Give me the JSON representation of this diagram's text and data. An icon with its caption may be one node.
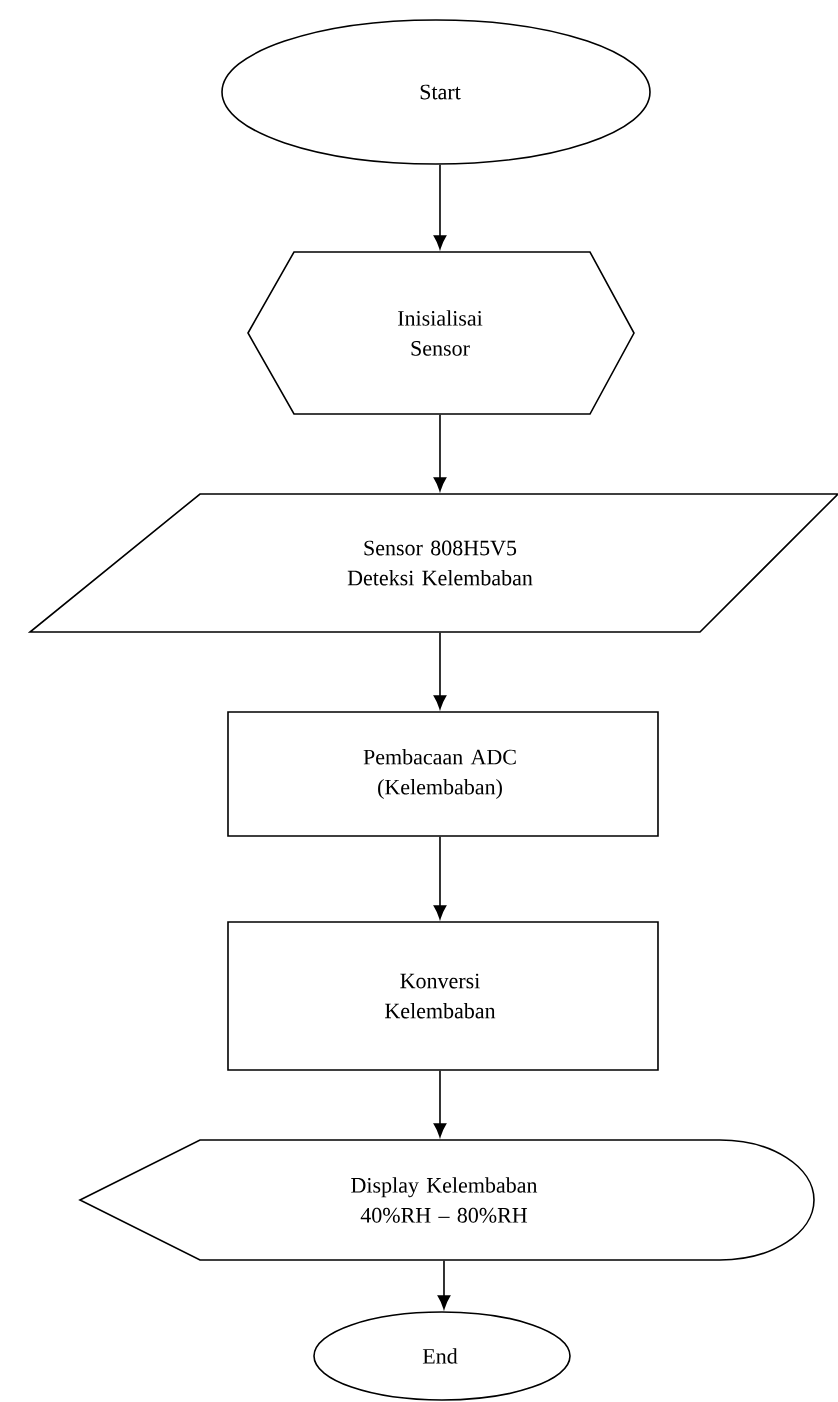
{
  "diagram": {
    "nodes": [
      {
        "text": [
          "Start"
        ]
      },
      {
        "text": [
          "Inisialisai Sensor"
        ]
      },
      {
        "text": [
          "Sensor 808H5V5 Deteksi Kelembaban"
        ]
      },
      {
        "text": [
          "Pembacaan ADC (Kelembaban)"
        ]
      },
      {
        "text": [
          "Konversi Kelembaban"
        ]
      },
      {
        "text": [
          "Display Kelembaban 40%RH – 80%RH"
        ]
      },
      {
        "text": [
          "End"
        ]
      }
    ],
    "edges": [
      {
        "from": 0,
        "to": 1,
        "arrow": "to"
      },
      {
        "from": 1,
        "to": 2,
        "arrow": "to"
      },
      {
        "from": 2,
        "to": 3,
        "arrow": "to"
      },
      {
        "from": 3,
        "to": 4,
        "arrow": "to"
      },
      {
        "from": 4,
        "to": 5,
        "arrow": "to"
      },
      {
        "from": 5,
        "to": 6,
        "arrow": "to"
      }
    ]
  }
}
